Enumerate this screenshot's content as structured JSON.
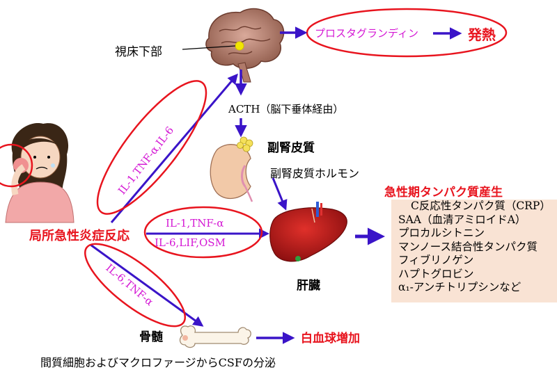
{
  "labels": {
    "hypothalamus": "視床下部",
    "prostaglandin": "プロスタグランディン",
    "fever": "発熱",
    "acth": "ACTH（脳下垂体経由）",
    "adrenal_cortex": "副腎皮質",
    "adrenal_hormone": "副腎皮質ホルモン",
    "acute_phase_title": "急性期タンパク質産生",
    "local_inflammation": "局所急性炎症反応",
    "liver": "肝臓",
    "bone_marrow": "骨髄",
    "wbc_increase": "白血球増加",
    "csf_secretion": "間質細胞およびマクロファージからCSFの分泌"
  },
  "cytokines": {
    "upper_path": "IL-1,TNF-α,IL-6",
    "middle_top": "IL-1,TNF-α",
    "middle_bottom": "IL-6,LIF,OSM",
    "lower_path": "IL-6,TNF-α"
  },
  "acute_phase_proteins": [
    "C反応性タンパク質（CRP）",
    "SAA（血清アミロイドA）",
    "プロカルシトニン",
    "マンノース結合性タンパク質",
    "フィブリノゲン",
    "ハプトグロビン",
    "α₁-アンチトリプシンなど"
  ],
  "colors": {
    "arrow": "#3a14c8",
    "highlight": "#e8141e",
    "cytokine_text": "#d417d4",
    "protein_box": "#f9e3d4"
  }
}
